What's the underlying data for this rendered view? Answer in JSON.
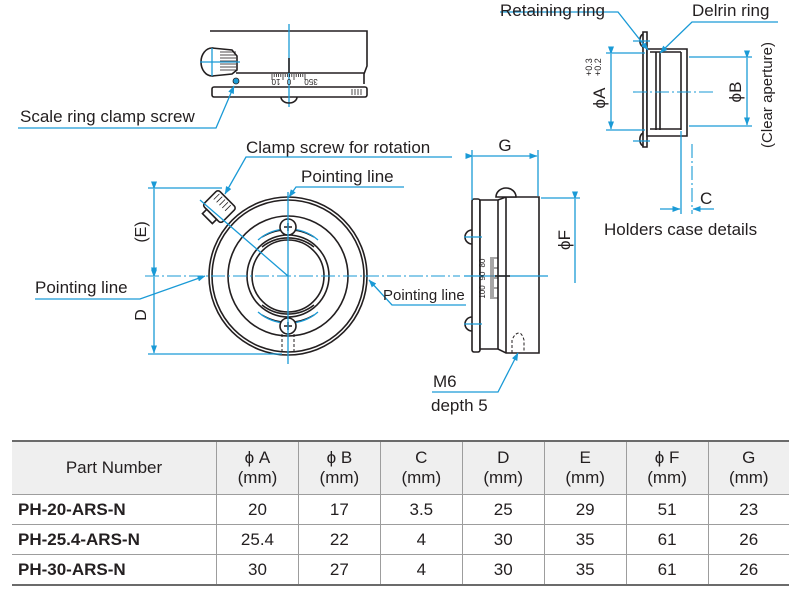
{
  "colors": {
    "dimension_line": "#1a9ad6",
    "outline": "#231f20",
    "table_header_bg": "#efefef",
    "table_border": "#9d9d9d"
  },
  "drawing": {
    "top_view": {
      "callout_scale_ring_clamp_screw": "Scale ring clamp screw",
      "scale_labels": [
        "350",
        "0",
        "10"
      ]
    },
    "front_view": {
      "callout_clamp_screw_rotation": "Clamp screw for rotation",
      "callout_pointing_line_top": "Pointing line",
      "callout_pointing_line_left": "Pointing line",
      "callout_pointing_line_right": "Pointing line",
      "dim_E": "(E)",
      "dim_D": "D"
    },
    "side_view": {
      "dim_G": "G",
      "dim_F": "ϕF",
      "scale_labels": [
        "100",
        "90",
        "80"
      ],
      "callout_thread": "M6",
      "callout_depth": "depth 5"
    },
    "case_detail": {
      "callout_retaining_ring": "Retaining ring",
      "callout_delrin_ring": "Delrin ring",
      "dim_A": "ϕA",
      "dim_A_tol_upper": "+0.3",
      "dim_A_tol_lower": "+0.2",
      "dim_B": "ϕB",
      "dim_B_note": "(Clear aperture)",
      "dim_C": "C",
      "caption": "Holders case details"
    }
  },
  "table": {
    "headers": [
      {
        "symbol": "Part Number",
        "unit": ""
      },
      {
        "symbol": "ϕ A",
        "unit": "(mm)"
      },
      {
        "symbol": "ϕ B",
        "unit": "(mm)"
      },
      {
        "symbol": "C",
        "unit": "(mm)"
      },
      {
        "symbol": "D",
        "unit": "(mm)"
      },
      {
        "symbol": "E",
        "unit": "(mm)"
      },
      {
        "symbol": "ϕ F",
        "unit": "(mm)"
      },
      {
        "symbol": "G",
        "unit": "(mm)"
      }
    ],
    "rows": [
      [
        "PH-20-ARS-N",
        "20",
        "17",
        "3.5",
        "25",
        "29",
        "51",
        "23"
      ],
      [
        "PH-25.4-ARS-N",
        "25.4",
        "22",
        "4",
        "30",
        "35",
        "61",
        "26"
      ],
      [
        "PH-30-ARS-N",
        "30",
        "27",
        "4",
        "30",
        "35",
        "61",
        "26"
      ]
    ]
  }
}
